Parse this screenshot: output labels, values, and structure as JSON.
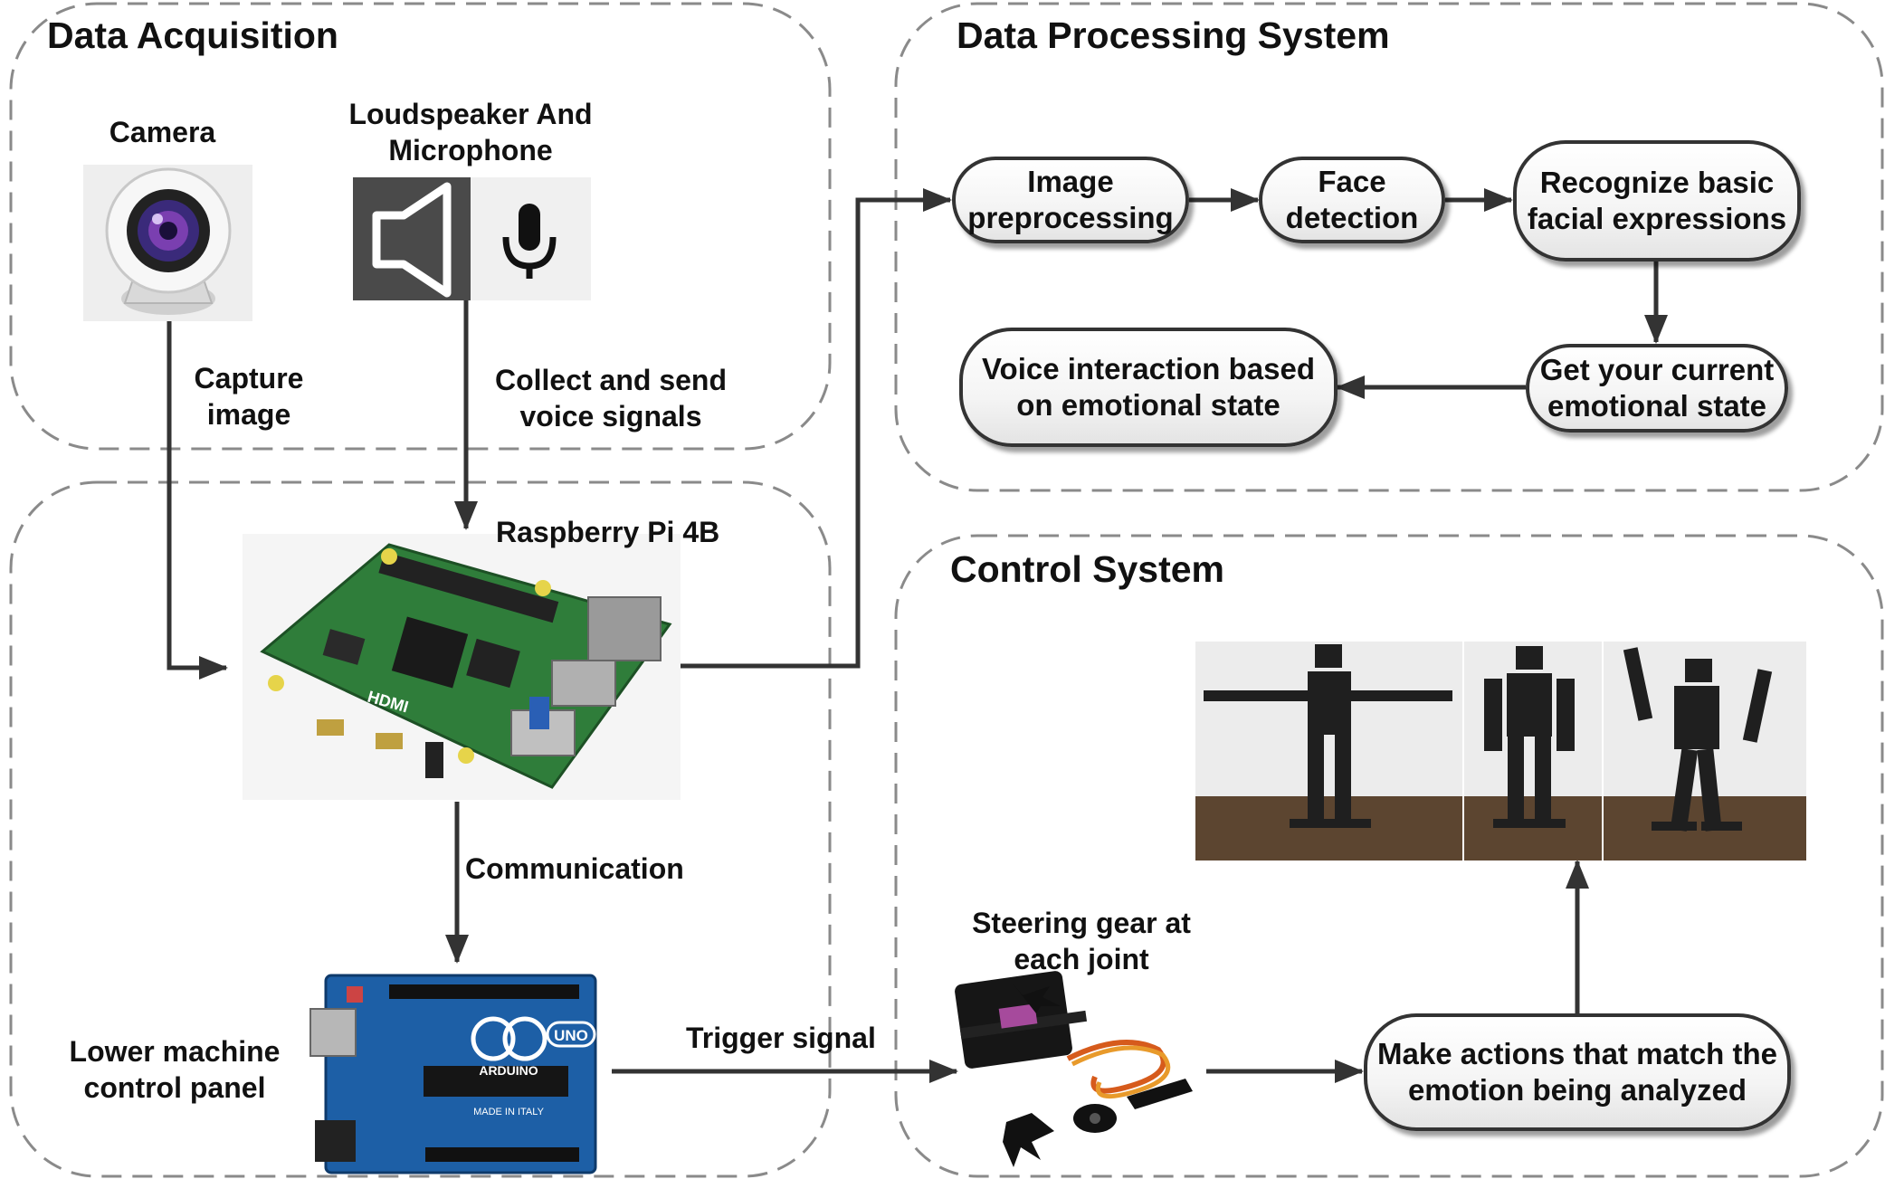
{
  "regions": {
    "acquisition": "Data Acquisition",
    "processing": "Data Processing System",
    "control": "Control System"
  },
  "labels": {
    "camera": "Camera",
    "speaker_mic": "Loudspeaker And\nMicrophone",
    "capture": "Capture\nimage",
    "collect": "Collect and send\nvoice signals",
    "raspberry": "Raspberry Pi 4B",
    "communication": "Communication",
    "lower": "Lower machine\ncontrol panel",
    "trigger": "Trigger signal",
    "steering": "Steering gear at\neach joint"
  },
  "process": {
    "image": "Image\npreprocessing",
    "face": "Face\ndetection",
    "recognize": "Recognize basic\nfacial expressions",
    "state": "Get your current\nemotional state",
    "voice": "Voice interaction based\non emotional state",
    "actions": "Make actions that match the\nemotion being analyzed"
  },
  "board_text": {
    "hdmi": "HDMI",
    "uno": "UNO",
    "arduino": "ARDUINO",
    "made_in_italy": "MADE IN ITALY"
  },
  "icons": [
    "camera-icon",
    "speaker-icon",
    "microphone-icon",
    "raspberry-pi-board",
    "arduino-board",
    "servo-motor",
    "robot-photo"
  ],
  "colors": {
    "line": "#333333",
    "dash": "#8a8a8a",
    "pcb_green": "#2f7d3a",
    "arduino_blue": "#1d5fa6"
  }
}
